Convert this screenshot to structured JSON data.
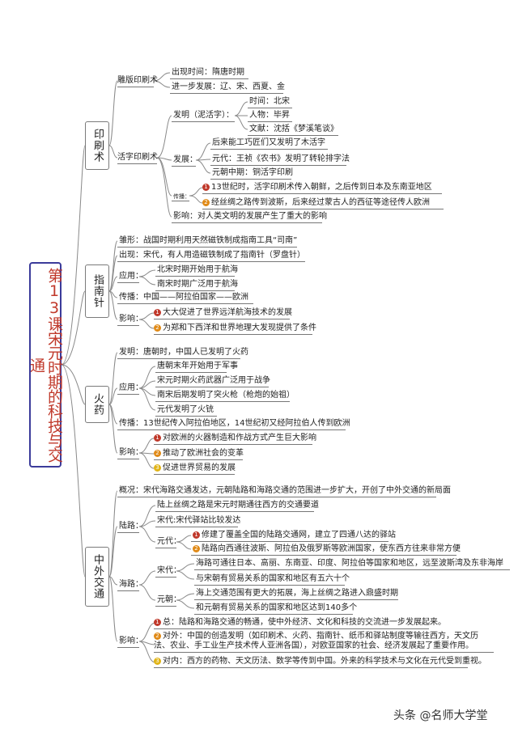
{
  "title": "第13课宋元时期的科技与交通",
  "branches": {
    "printing": "印刷术",
    "compass": "指南针",
    "gunpowder": "火药",
    "traffic": "中外交通"
  },
  "printing": {
    "woodblock": "雕版印刷术",
    "wb_time": "出现时间：隋唐时期",
    "wb_dev": "进一步发展：辽、宋、西夏、金",
    "movable": "活字印刷术",
    "invent": "发明（泥活字）：",
    "inv_time": "时间：北宋",
    "inv_person": "人物：毕昇",
    "inv_doc": "文献：沈括《梦溪笔谈》",
    "develop": "发展：",
    "dev_1": "后来能工巧匠们又发明了木活字",
    "dev_2": "元代：王祯《农书》发明了转轮排字法",
    "dev_3": "元朝中期：铜活字印刷",
    "spread": "传播：",
    "spr_1": "13世纪时，活字印刷术传入朝鲜，之后传到日本及东南亚地区",
    "spr_2": "经丝绸之路传到波斯，后来经过蒙古人的西征等途径传人欧洲",
    "impact": "影响：对人类文明的发展产生了重大的影响"
  },
  "compass": {
    "proto": "雏形：战国时期利用天然磁铁制成指南工具“司南”",
    "appear": "出现：宋代，有人用造磁铁制成了指南针（罗盘针）",
    "apply": "应用：",
    "app_1": "北宋时期开始用于航海",
    "app_2": "南宋时期广泛用于航海",
    "spread": "传播：中国——阿拉伯国家——欧洲",
    "impact": "影响：",
    "imp_1": "大大促进了世界远洋航海技术的发展",
    "imp_2": "为郑和下西洋和世界地理大发现提供了条件"
  },
  "gunpowder": {
    "invent": "发明：唐朝时，中国人已发明了火药",
    "apply": "应用：",
    "app_1": "唐朝末年开始用于军事",
    "app_2": "宋元时期火药武器广泛用于战争",
    "app_3": "南宋后期发明了突火枪（枪炮的始祖）",
    "app_4": "元代发明了火铳",
    "spread": "传播：13世纪传入阿拉伯地区，14世纪初又经阿拉伯人传到欧洲",
    "impact": "影响：",
    "imp_1": "对欧洲的火器制造和作战方式产生巨大影响",
    "imp_2": "推动了欧洲社会的变革",
    "imp_3": "促进世界贸易的发展"
  },
  "traffic": {
    "overview": "概况：宋代海路交通发达，元朝陆路和海路交通的范围进一步扩大，开创了中外交通的新局面",
    "land": "陆路：",
    "land_1": "陆上丝绸之路是宋元时期通往西方的交通要道",
    "land_2": "宋代:宋代驿站比较发达",
    "yuan": "元代：",
    "yuan_1": "修建了覆盖全国的陆路交通网，建立了四通八达的驿站",
    "yuan_2": "陆路向西通往波斯、阿拉伯及俄罗斯等欧洲国家，使东西方往来非常方便",
    "sea": "海路：",
    "song": "宋代：",
    "song_1": "海路可通往日本、高丽、东南亚、印度、阿拉伯等国家和地区，远至波斯湾及东非海岸",
    "song_2": "与宋朝有贸易关系的国家和地区有五六十个",
    "yuanc": "元朝：",
    "yuanc_1": "海上交通范围有更大的拓展，海上丝绸之路进入鼎盛时期",
    "yuanc_2": "和元朝有贸易关系的国家和地区达到140多个",
    "impact": "影响：",
    "imp_1": "总：陆路和海路交通的畅通，使中外经济、文化和科技的交流进一步发展起来。",
    "imp_2": "对外：中国的创造发明（如印刷术、火药、指南针、纸币和驿站制度等输往西方，天文历法、农业、手工业生产技术传人亚洲各国），对欧亚国家的社会、经济发展起了重要作用。",
    "imp_3": "对内：西方的药物、天文历法、数学等传到中国。外来的科学技术与文化在元代受到重视。"
  },
  "badges": [
    "1",
    "2",
    "3"
  ],
  "watermark": "头条 @名师大学堂",
  "colors": {
    "title": "#c0392b",
    "border": "#3b3b9a",
    "badge1": "#c0392b",
    "badge2": "#e08a17",
    "badge3": "#e0b417"
  }
}
